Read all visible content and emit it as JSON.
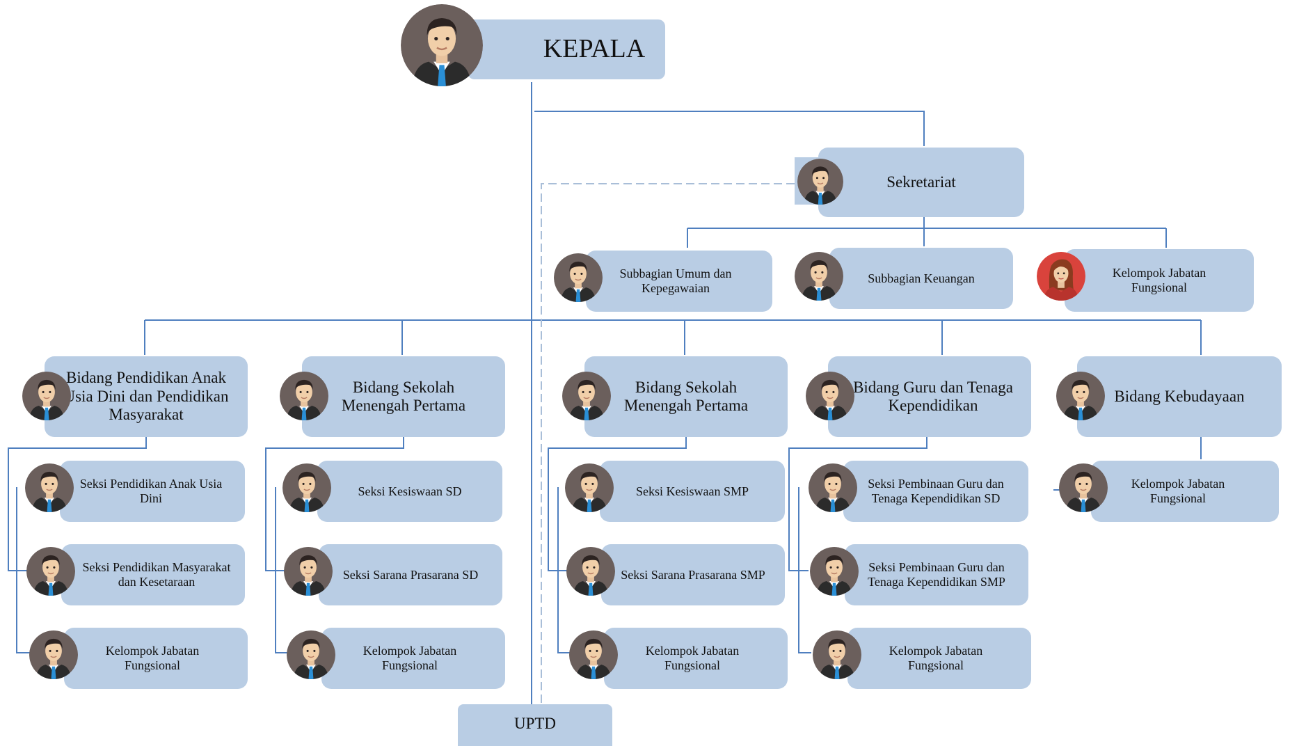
{
  "diagram": {
    "head": "KEPALA",
    "secretariat": "Sekretariat",
    "sub_units": [
      "Subbagian Umum dan Kepegawaian",
      "Subbagian Keuangan",
      "Kelompok Jabatan Fungsional"
    ],
    "divisions": [
      {
        "title": "Bidang Pendidikan Anak Usia Dini dan Pendidikan Masyarakat",
        "sections": [
          "Seksi Pendidikan Anak Usia Dini",
          "Seksi Pendidikan Masyarakat dan Kesetaraan",
          "Kelompok Jabatan Fungsional"
        ]
      },
      {
        "title": "Bidang Sekolah Menengah Pertama",
        "sections": [
          "Seksi Kesiswaan SD",
          "Seksi Sarana Prasarana SD",
          "Kelompok Jabatan Fungsional"
        ]
      },
      {
        "title": "Bidang Sekolah Menengah Pertama",
        "sections": [
          "Seksi Kesiswaan SMP",
          "Seksi Sarana Prasarana SMP",
          "Kelompok Jabatan Fungsional"
        ]
      },
      {
        "title": "Bidang Guru dan Tenaga Kependidikan",
        "sections": [
          "Seksi Pembinaan Guru dan Tenaga Kependidikan SD",
          "Seksi Pembinaan Guru dan Tenaga Kependidikan SMP",
          "Kelompok Jabatan Fungsional"
        ]
      },
      {
        "title": "Bidang Kebudayaan",
        "sections": [
          "Kelompok Jabatan Fungsional"
        ]
      }
    ],
    "uptd": "UPTD"
  },
  "colors": {
    "box": "#b9cde4",
    "line": "#4f7fbf",
    "dashed": "#a9bed8",
    "avatar_bg": "#6b5f5c",
    "avatar_female_bg": "#d9433c"
  },
  "icons": {
    "male": "man-avatar-icon",
    "female": "woman-avatar-icon"
  }
}
